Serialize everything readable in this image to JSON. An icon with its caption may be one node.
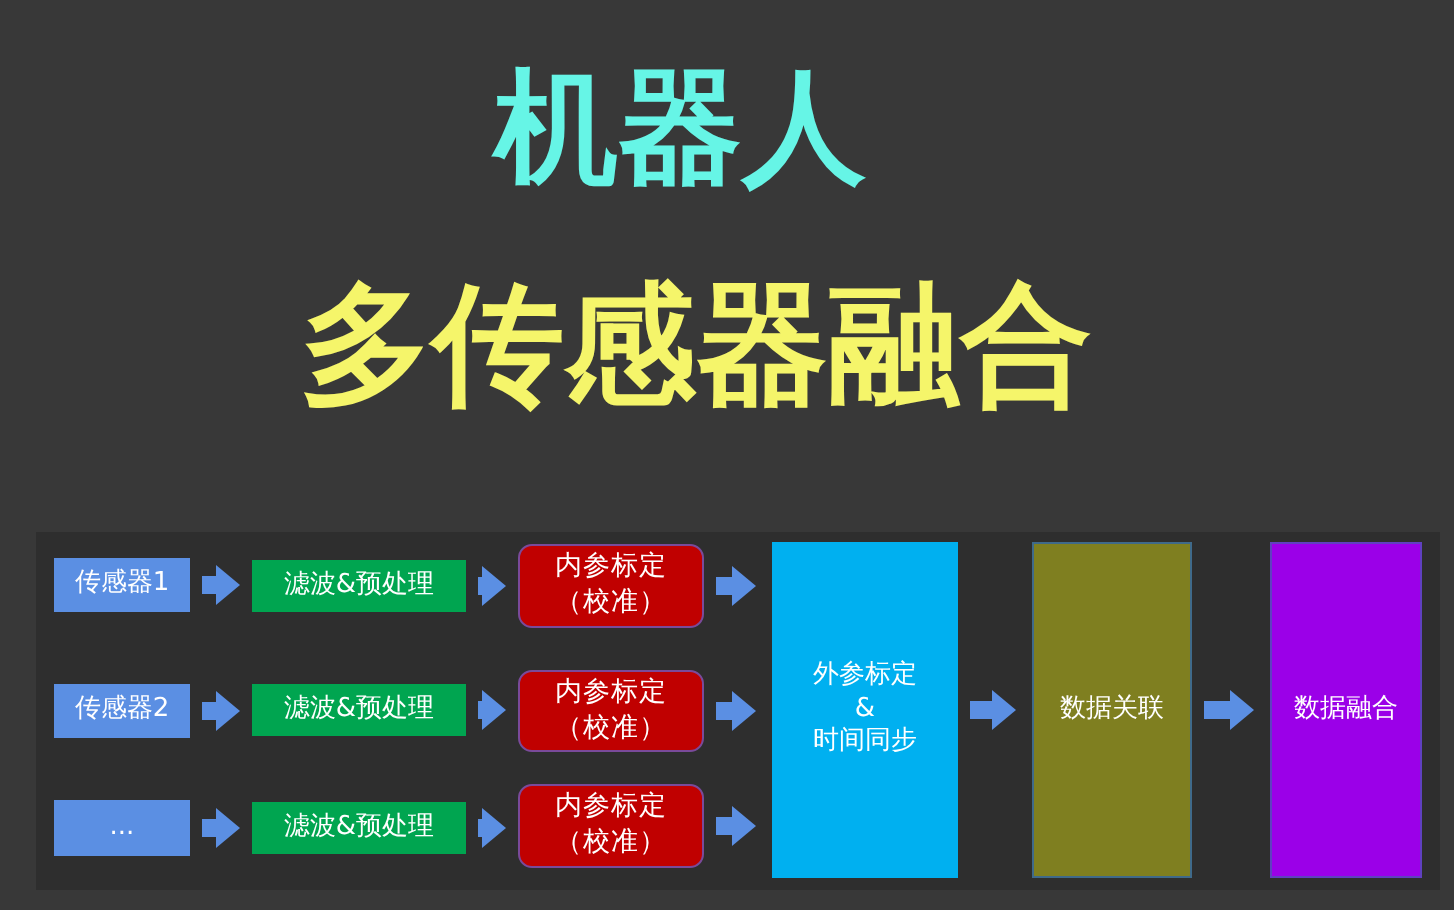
{
  "diagram": {
    "title": "机器人",
    "nodes": [
      {
        "text": [
          "传感器1"
        ]
      },
      {
        "text": [
          "滤波&预处理"
        ]
      },
      {
        "text": [
          "内参标定（校准）"
        ]
      },
      {
        "text": [
          "传感器2"
        ]
      },
      {
        "text": [
          "滤波&预处理"
        ]
      },
      {
        "text": [
          "内参标定（校准）"
        ]
      },
      {
        "text": [
          "..."
        ]
      },
      {
        "text": [
          "滤波&预处理"
        ]
      },
      {
        "text": [
          "内参标定（校准）"
        ]
      },
      {
        "text": [
          "外参标定",
          "&",
          "时间同步"
        ]
      },
      {
        "text": [
          "数据关联"
        ]
      },
      {
        "text": [
          "数据融合"
        ]
      }
    ],
    "edges": [
      {
        "from": 0,
        "to": 1,
        "arrow": "to"
      },
      {
        "from": 1,
        "to": 2,
        "arrow": "to"
      },
      {
        "from": 3,
        "to": 4,
        "arrow": "to"
      },
      {
        "from": 4,
        "to": 5,
        "arrow": "to"
      },
      {
        "from": 6,
        "to": 7,
        "arrow": "to"
      },
      {
        "from": 7,
        "to": 8,
        "arrow": "to"
      },
      {
        "from": 2,
        "to": 9,
        "arrow": "to"
      },
      {
        "from": 5,
        "to": 9,
        "arrow": "to"
      },
      {
        "from": 8,
        "to": 9,
        "arrow": "to"
      },
      {
        "from": 9,
        "to": 10,
        "arrow": "to"
      },
      {
        "from": 10,
        "to": 11,
        "arrow": "to"
      }
    ],
    "labels": [
      "多传感器融合"
    ]
  }
}
